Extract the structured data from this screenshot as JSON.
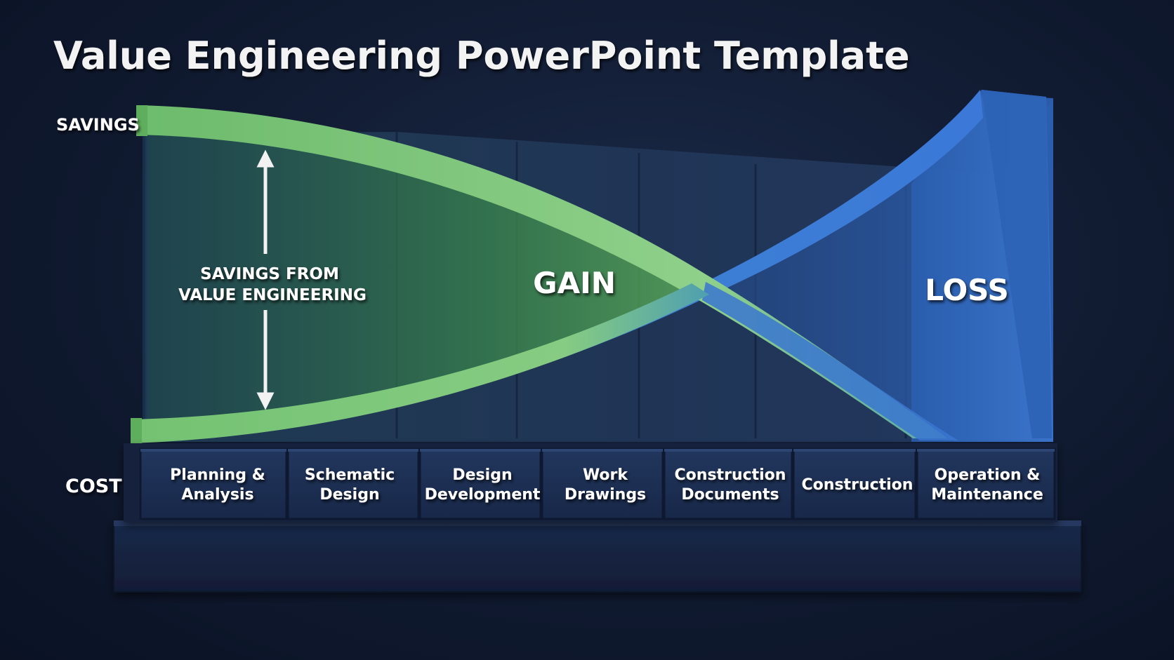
{
  "title": "Value Engineering PowerPoint Template",
  "axis": {
    "top_label": "SAVINGS",
    "bottom_label": "COST"
  },
  "annotation": {
    "line1": "SAVINGS FROM",
    "line2": "VALUE ENGINEERING"
  },
  "regions": {
    "gain": "GAIN",
    "loss": "LOSS"
  },
  "phases": [
    {
      "line1": "Planning &",
      "line2": "Analysis"
    },
    {
      "line1": "Schematic",
      "line2": "Design"
    },
    {
      "line1": "Design",
      "line2": "Development"
    },
    {
      "line1": "Work",
      "line2": "Drawings"
    },
    {
      "line1": "Construction",
      "line2": "Documents"
    },
    {
      "line1": "Construction",
      "line2": ""
    },
    {
      "line1": "Operation &",
      "line2": "Maintenance"
    }
  ],
  "colors": {
    "savings_curve": "#7cc47a",
    "cost_curve": "#3f7fdc",
    "background": "#101a30",
    "phase_block": "#1c2e52"
  }
}
